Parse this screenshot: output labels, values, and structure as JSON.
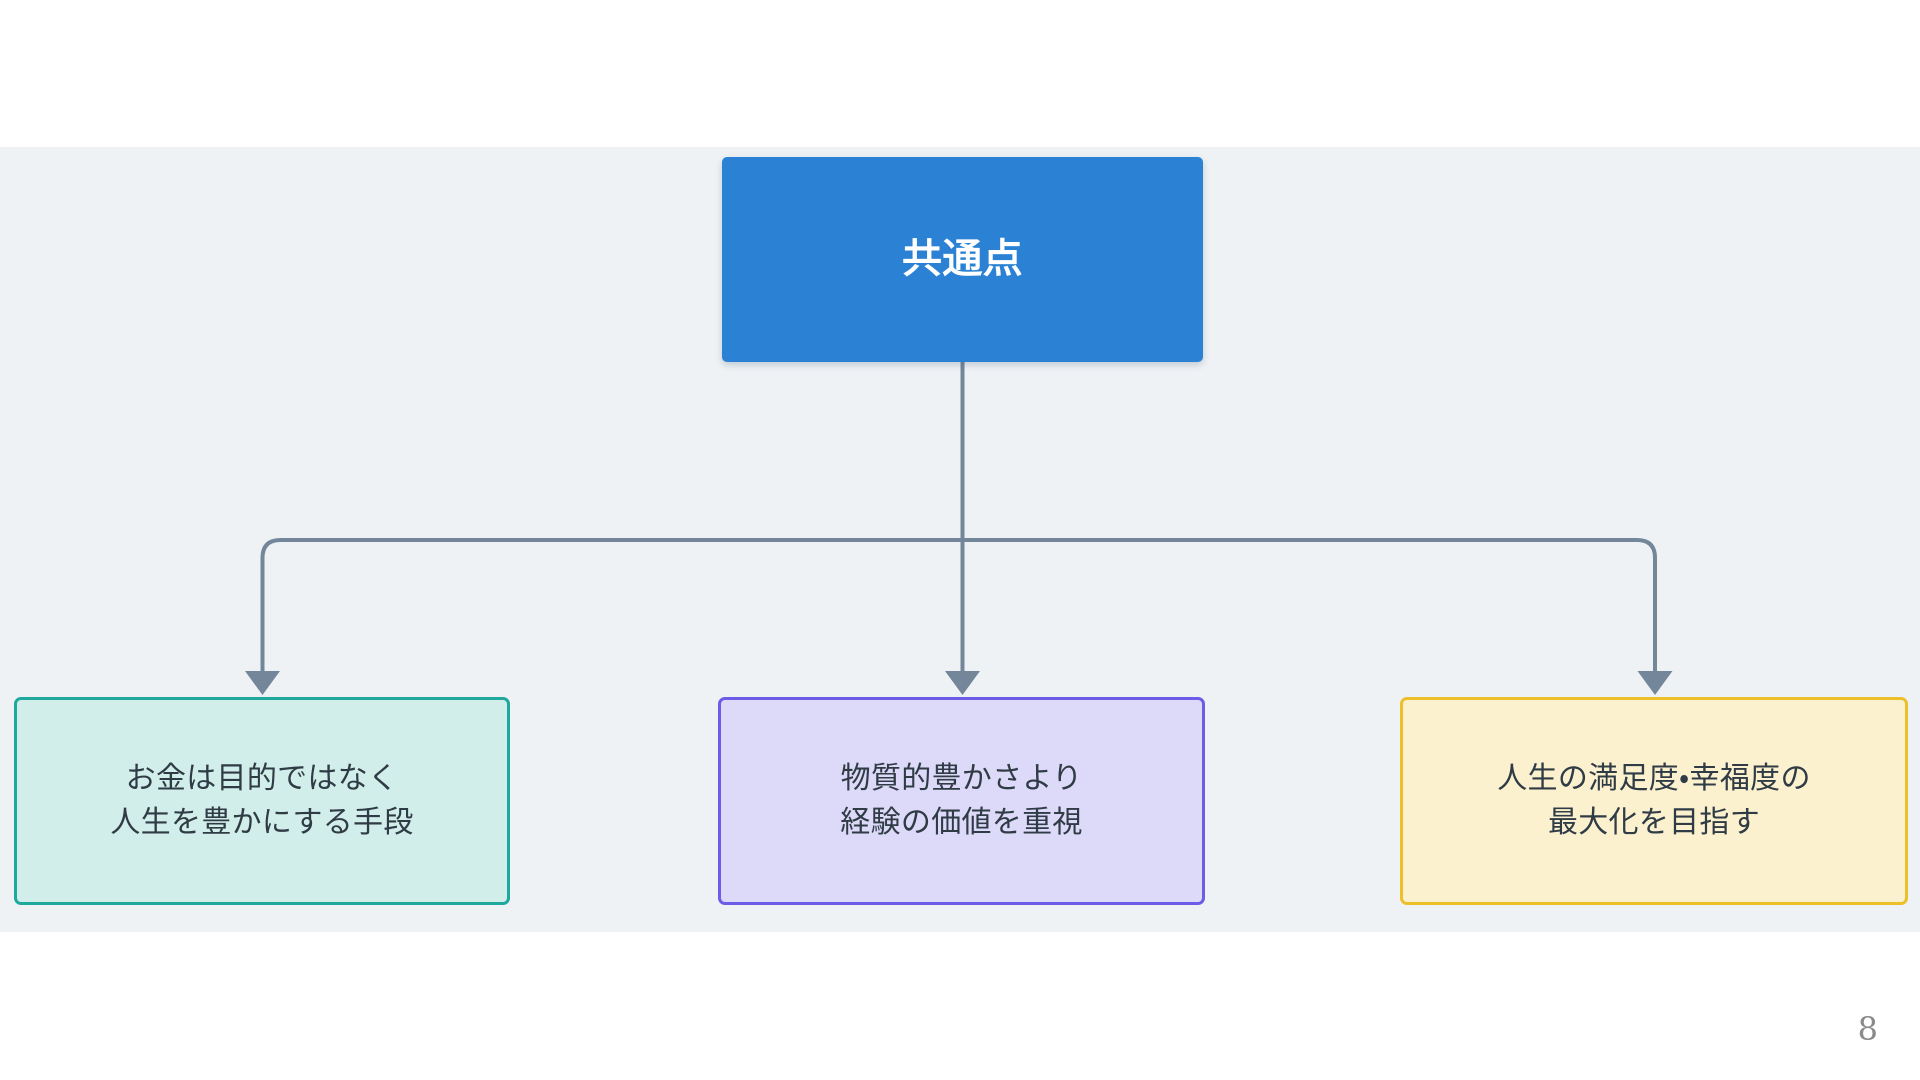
{
  "slide": {
    "background_color": "#ffffff",
    "panel_color": "#eef2f5",
    "page_number": "8"
  },
  "diagram": {
    "type": "tree",
    "orientation": "top-down",
    "connector": {
      "color": "#74869a",
      "stroke_width": 4,
      "arrowhead": "triangle-down",
      "style": "orthogonal-rounded"
    },
    "root": {
      "label": "共通点",
      "fill": "#2b82d4",
      "text_color": "#ffffff",
      "border": "none"
    },
    "children": [
      {
        "label": "お金は目的ではなく\n人生を豊かにする手段",
        "fill": "#d2eeea",
        "border_color": "#1fa89c",
        "text_color": "#2f3b45"
      },
      {
        "label": "物質的豊かさより\n経験の価値を重視",
        "fill": "#ddd9f9",
        "border_color": "#6c5ce7",
        "text_color": "#2f3b45"
      },
      {
        "label": "人生の満足度・幸福度の\n最大化を目指す",
        "fill": "#fcf1cf",
        "border_color": "#edbf2b",
        "text_color": "#2f3b45"
      }
    ]
  }
}
